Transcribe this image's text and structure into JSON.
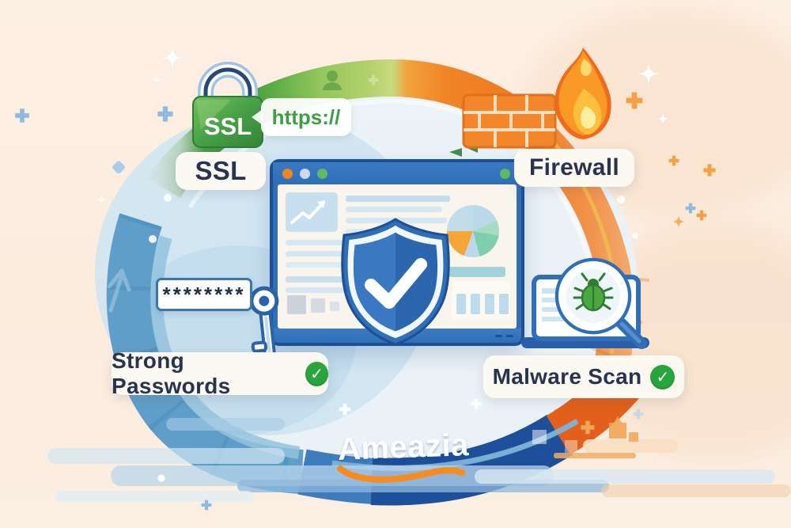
{
  "brand": {
    "name": "Ameazia",
    "swoosh_color": "#F68B1E",
    "text_color": "#FFFFFF"
  },
  "labels": {
    "ssl_lock": "SSL",
    "ssl": "SSL",
    "https": "https://",
    "firewall": "Firewall",
    "strong_passwords": "Strong Passwords",
    "malware_scan": "Malware Scan"
  },
  "password_field": {
    "value": "********",
    "text_color": "#222D47",
    "border_color": "#3E74AE"
  },
  "checkmark": {
    "glyph": "✓",
    "color": "#28A63C"
  },
  "browser": {
    "dot_colors": [
      "#F5831F",
      "#CFD6F2",
      "#5FBA62"
    ],
    "titlebar_color": "#2F6FB8",
    "frame_border_color": "#1D4F96",
    "extra_dot_color": "#5FBA62"
  },
  "palette": {
    "background": "#FBEDE0",
    "ring_green_dark": "#3F8F3C",
    "ring_green_light": "#B3D06C",
    "ring_orange": "#F08426",
    "arc_blue": "#5E9EC9",
    "arc_navy": "#1D4F9A",
    "shield_blue": "#2F6FB8",
    "lock_green": "#46A046",
    "https_text": "#3F9E44",
    "pill_bg": "#FCF9F2",
    "pill_text": "#28344F",
    "pie_orange": "#F5A636",
    "pie_teal": "#7FCEAC",
    "bug_green": "#4AA83E",
    "flame_outer": "#F06A1C",
    "flame_inner": "#FBBF3D",
    "flame_core": "#FDEDA0"
  }
}
